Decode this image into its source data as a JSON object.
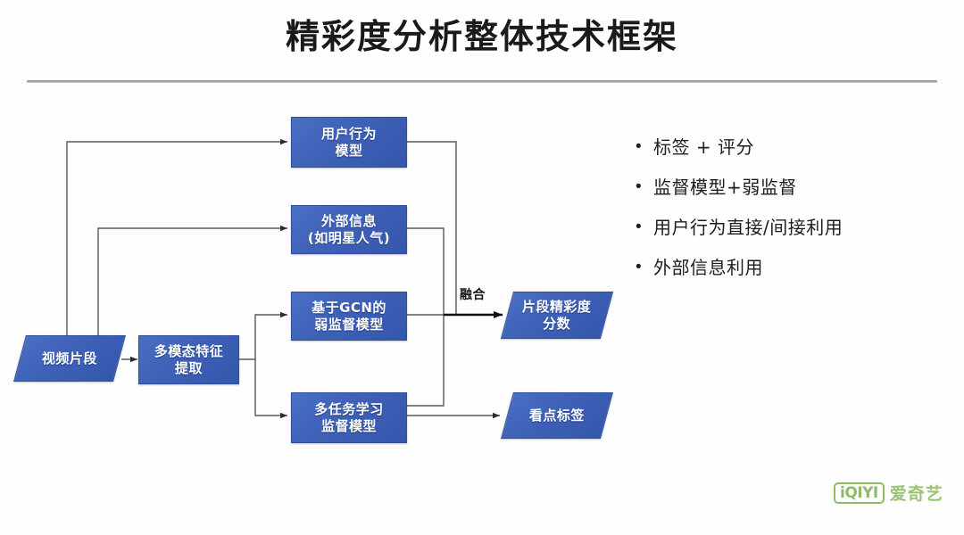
{
  "slide": {
    "title": "精彩度分析整体技术框架",
    "background_color": "#fefefe",
    "accent_color": "#3f62b8",
    "rule_color": "#8a8a8a"
  },
  "diagram": {
    "type": "flowchart",
    "nodes": [
      {
        "id": "video-clip",
        "label": "视频片段",
        "shape": "parallelogram",
        "role": "input"
      },
      {
        "id": "feature-extract",
        "label": "多模态特征提取",
        "shape": "rectangle",
        "role": "process"
      },
      {
        "id": "user-behavior",
        "label": "用户行为模型",
        "shape": "rectangle",
        "role": "model"
      },
      {
        "id": "external-info",
        "label": "外部信息(如明星人气)",
        "shape": "rectangle",
        "role": "model"
      },
      {
        "id": "gcn-weak",
        "label": "基于GCN的弱监督模型",
        "shape": "rectangle",
        "role": "model"
      },
      {
        "id": "multitask",
        "label": "多任务学习监督模型",
        "shape": "rectangle",
        "role": "model"
      },
      {
        "id": "highlight-score",
        "label": "片段精彩度分数",
        "shape": "parallelogram",
        "role": "output"
      },
      {
        "id": "highlight-tag",
        "label": "看点标签",
        "shape": "parallelogram",
        "role": "output"
      }
    ],
    "node_labels": {
      "video_clip_line1": "视频片段",
      "feature_extract_line1": "多模态特征",
      "feature_extract_line2": "提取",
      "user_behavior_line1": "用户行为",
      "user_behavior_line2": "模型",
      "external_info_line1": "外部信息",
      "external_info_line2": "(如明星人气)",
      "gcn_line1": "基于GCN的",
      "gcn_line2": "弱监督模型",
      "multitask_line1": "多任务学习",
      "multitask_line2": "监督模型",
      "score_line1": "片段精彩度",
      "score_line2": "分数",
      "tag_line1": "看点标签"
    },
    "edge_label_fusion": "融合",
    "edges": [
      {
        "from": "video-clip",
        "to": "feature-extract"
      },
      {
        "from": "video-clip",
        "to": "user-behavior"
      },
      {
        "from": "video-clip",
        "to": "external-info"
      },
      {
        "from": "feature-extract",
        "to": "gcn-weak"
      },
      {
        "from": "feature-extract",
        "to": "multitask"
      },
      {
        "from": "user-behavior",
        "to": "highlight-score",
        "label": "融合"
      },
      {
        "from": "external-info",
        "to": "highlight-score",
        "label": "融合"
      },
      {
        "from": "gcn-weak",
        "to": "highlight-score",
        "label": "融合"
      },
      {
        "from": "multitask",
        "to": "highlight-score",
        "label": "融合"
      },
      {
        "from": "multitask",
        "to": "highlight-tag"
      }
    ]
  },
  "bullets": {
    "items": [
      {
        "marker": "•",
        "text": "标签 + 评分"
      },
      {
        "marker": "•",
        "text": "监督模型+弱监督"
      },
      {
        "marker": "•",
        "text": "用户行为直接/间接利用"
      },
      {
        "marker": "•",
        "text": "外部信息利用"
      }
    ]
  },
  "logo": {
    "mark": "iQIYI",
    "text": "爱奇艺",
    "color": "#8cb85d"
  }
}
